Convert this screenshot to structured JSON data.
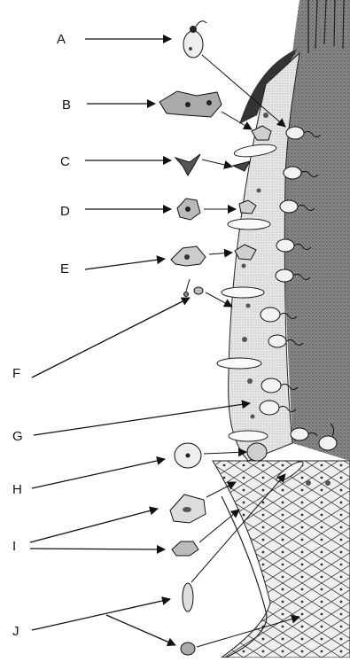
{
  "figure": {
    "labels": [
      {
        "id": "A",
        "text": "A"
      },
      {
        "id": "B",
        "text": "B"
      },
      {
        "id": "C",
        "text": "C"
      },
      {
        "id": "D",
        "text": "D"
      },
      {
        "id": "E",
        "text": "E"
      },
      {
        "id": "F",
        "text": "F"
      },
      {
        "id": "G",
        "text": "G"
      },
      {
        "id": "H",
        "text": "H"
      },
      {
        "id": "I",
        "text": "I"
      },
      {
        "id": "J",
        "text": "J"
      }
    ],
    "colors": {
      "ink": "#111111",
      "tissue_dark": "#555555",
      "tissue_light": "#d9d9d9",
      "cell_fill": "#eeeeee",
      "background": "#ffffff"
    }
  }
}
